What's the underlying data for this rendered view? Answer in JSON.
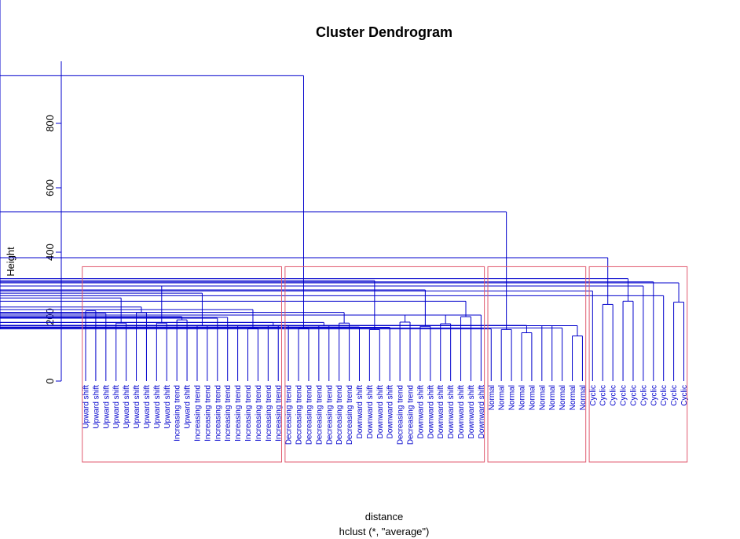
{
  "chart_data": {
    "type": "dendrogram",
    "title": "Cluster Dendrogram",
    "ylabel": "Height",
    "xlabel": "distance",
    "sub": "hclust (*, \"average\")",
    "yticks": [
      0,
      200,
      400,
      600,
      800
    ],
    "ylim": [
      0,
      980
    ],
    "colors": {
      "branch": "#0000cc",
      "label": "#0000cc",
      "box": "#e05a6e"
    },
    "box_height": 355,
    "boxes": [
      {
        "from": 0,
        "to": 19
      },
      {
        "from": 20,
        "to": 39
      },
      {
        "from": 40,
        "to": 49
      },
      {
        "from": 50,
        "to": 59
      }
    ],
    "labels": [
      "Upward shift",
      "Upward shift",
      "Upward shift",
      "Upward shift",
      "Upward shift",
      "Upward shift",
      "Upward shift",
      "Upward shift",
      "Upward shift",
      "Increasing trend",
      "Upward shift",
      "Increasing trend",
      "Increasing trend",
      "Increasing trend",
      "Increasing trend",
      "Increasing trend",
      "Increasing trend",
      "Increasing trend",
      "Increasing trend",
      "Increasing trend",
      "Decreasing trend",
      "Decreasing trend",
      "Decreasing trend",
      "Decreasing trend",
      "Decreasing trend",
      "Decreasing trend",
      "Decreasing trend",
      "Downward shift",
      "Downward shift",
      "Downward shift",
      "Downward shift",
      "Decreasing trend",
      "Decreasing trend",
      "Downward shift",
      "Downward shift",
      "Downward shift",
      "Downward shift",
      "Downward shift",
      "Downward shift",
      "Downward shift",
      "Normal",
      "Normal",
      "Normal",
      "Normal",
      "Normal",
      "Normal",
      "Normal",
      "Normal",
      "Normal",
      "Normal",
      "Cyclic",
      "Cyclic",
      "Cyclic",
      "Cyclic",
      "Cyclic",
      "Cyclic",
      "Cyclic",
      "Cyclic",
      "Cyclic",
      "Cyclic"
    ],
    "merges": [
      [
        0,
        1,
        218
      ],
      [
        61,
        2,
        210
      ],
      [
        3,
        4,
        180
      ],
      [
        5,
        6,
        212
      ],
      [
        63,
        64,
        230
      ],
      [
        62,
        65,
        258
      ],
      [
        7,
        8,
        180
      ],
      [
        9,
        10,
        190
      ],
      [
        67,
        68,
        200
      ],
      [
        11,
        12,
        173
      ],
      [
        13,
        70,
        195
      ],
      [
        16,
        17,
        163
      ],
      [
        15,
        72,
        172
      ],
      [
        18,
        19,
        172
      ],
      [
        73,
        74,
        182
      ],
      [
        14,
        75,
        198
      ],
      [
        71,
        76,
        222
      ],
      [
        69,
        77,
        273
      ],
      [
        66,
        78,
        295
      ],
      [
        21,
        22,
        163
      ],
      [
        20,
        80,
        173
      ],
      [
        23,
        24,
        172
      ],
      [
        81,
        82,
        182
      ],
      [
        25,
        26,
        180
      ],
      [
        83,
        84,
        213
      ],
      [
        28,
        29,
        160
      ],
      [
        27,
        86,
        168
      ],
      [
        87,
        30,
        167
      ],
      [
        31,
        32,
        183
      ],
      [
        88,
        89,
        205
      ],
      [
        33,
        34,
        170
      ],
      [
        37,
        38,
        200
      ],
      [
        92,
        39,
        205
      ],
      [
        35,
        36,
        178
      ],
      [
        94,
        93,
        205
      ],
      [
        91,
        95,
        248
      ],
      [
        90,
        96,
        283
      ],
      [
        85,
        97,
        312
      ],
      [
        41,
        42,
        160
      ],
      [
        40,
        99,
        162
      ],
      [
        43,
        44,
        150
      ],
      [
        45,
        46,
        172
      ],
      [
        48,
        49,
        140
      ],
      [
        47,
        103,
        165
      ],
      [
        102,
        104,
        172
      ],
      [
        101,
        105,
        172
      ],
      [
        100,
        106,
        173
      ],
      [
        51,
        52,
        238
      ],
      [
        50,
        108,
        280
      ],
      [
        53,
        54,
        248
      ],
      [
        55,
        110,
        295
      ],
      [
        58,
        59,
        245
      ],
      [
        57,
        112,
        265
      ],
      [
        56,
        113,
        308
      ],
      [
        111,
        114,
        305
      ],
      [
        109,
        115,
        318
      ],
      [
        107,
        116,
        383
      ],
      [
        98,
        117,
        525
      ],
      [
        79,
        118,
        948
      ]
    ]
  }
}
